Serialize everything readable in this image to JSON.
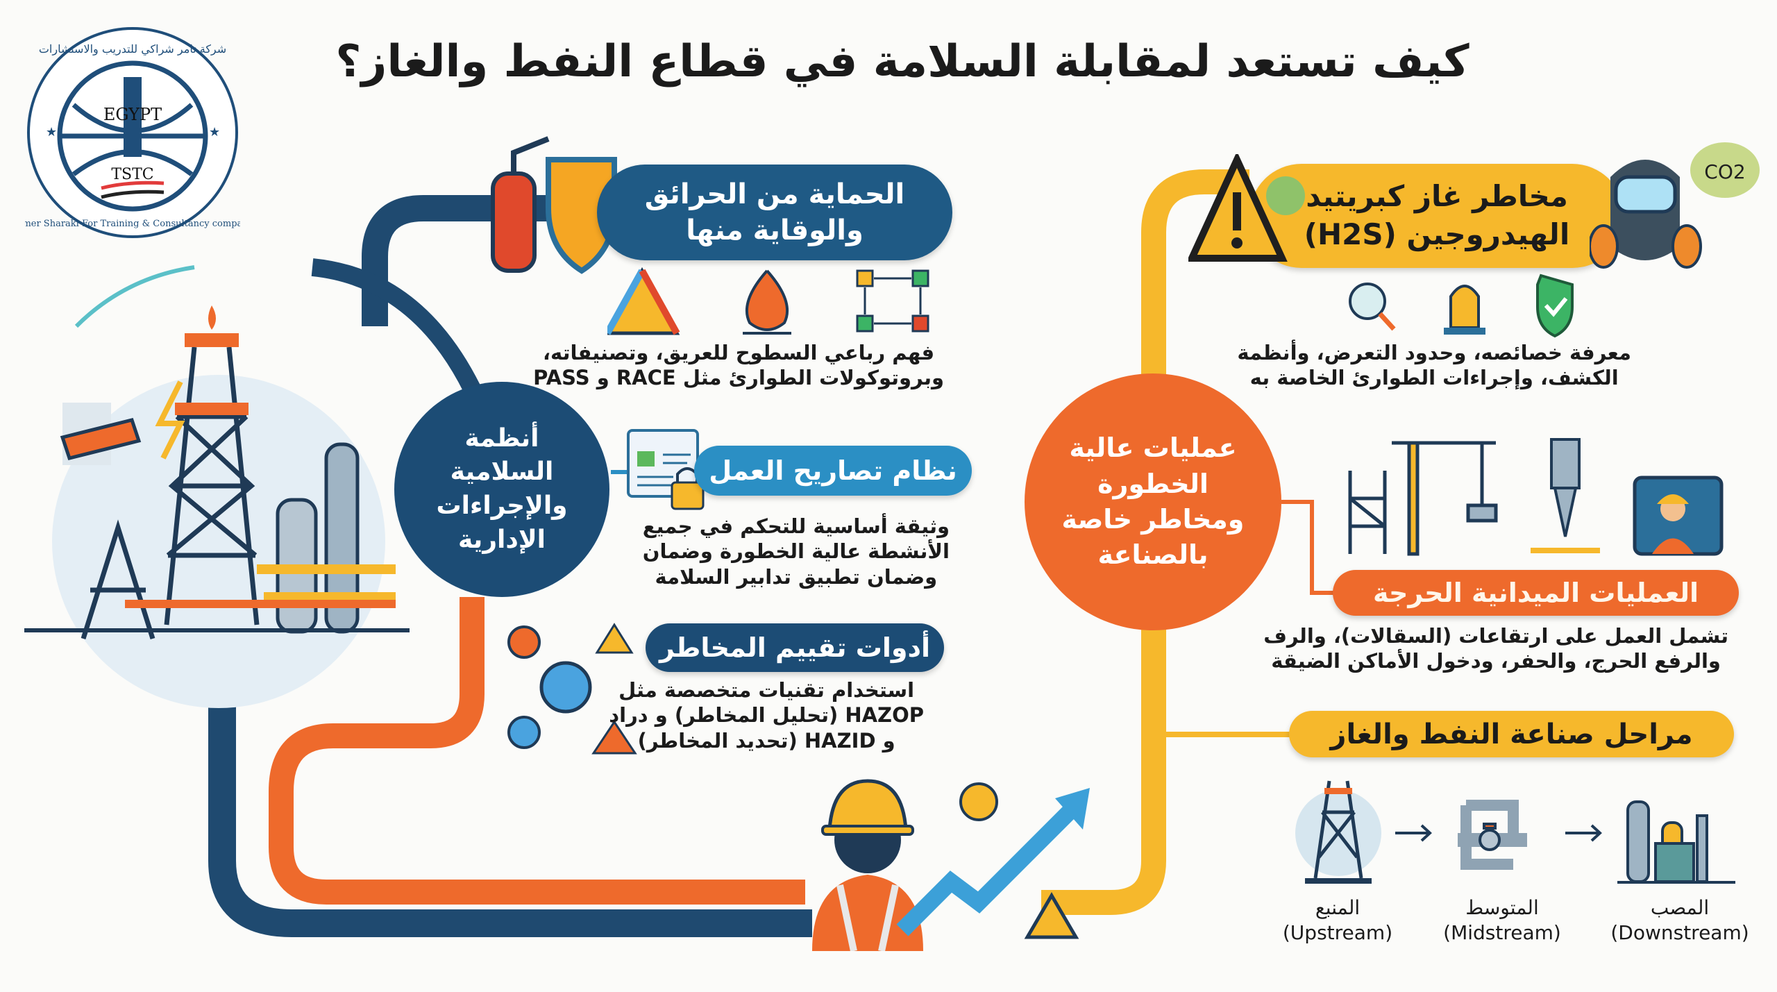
{
  "title": "كيف تستعد لمقابلة السلامة في قطاع النفط والغاز؟",
  "logo": {
    "arabic": "شركة تامر شراكي للتدريب والاستشارات",
    "english": "Tamer Sharaki For Training & Consultancy company",
    "country": "EGYPT",
    "abbr": "TSTC"
  },
  "left_hub": {
    "label": "أنظمة السلامية والإجراءات الإدارية"
  },
  "right_hub": {
    "label": "عمليات عالية الخطورة ومخاطر خاصة بالصناعة"
  },
  "fire": {
    "title_1": "الحماية من الحرائق",
    "title_2": "والوقاية منها",
    "desc_1": "فهم رباعي السطوح للعريق، وتصنيفاته،",
    "desc_2": "وبروتوكولات الطوارئ مثل RACE و PASS"
  },
  "permit": {
    "title": "نظام تصاريح العمل",
    "desc_1": "وثيقة أساسية للتحكم في جميع",
    "desc_2": "الأنشطة عالية الخطورة وضمان",
    "desc_3": "وضمان تطبيق تدابير السلامة"
  },
  "risk": {
    "title": "أدوات تقييم المخاطر",
    "desc_1": "استخدام تقنيات متخصصة مثل",
    "desc_2": "HAZOP (تحليل المخاطر) و دراد",
    "desc_3": "و HAZID (تحديد المخاطر)"
  },
  "h2s": {
    "title_1": "مخاطر غاز كبريتيد",
    "title_2": "الهيدروجين (H2S)",
    "co2": "CO2",
    "desc_1": "معرفة خصائصه، وحدود التعرض، وأنظمة",
    "desc_2": "الكشف، وإجراءات الطوارئ الخاصة به"
  },
  "operations": {
    "title": "العمليات الميدانية الحرجة",
    "desc_1": "تشمل العمل على ارتقاعات (السقالات)، والرف",
    "desc_2": "والرفع الحرج، والحفر، ودخول الأماكن الضيقة"
  },
  "stages": {
    "title": "مراحل صناعة النفط والغاز",
    "items": [
      {
        "ar": "المنبع",
        "en": "(Upstream)"
      },
      {
        "ar": "المتوسط",
        "en": "(Midstream)"
      },
      {
        "ar": "المصب",
        "en": "(Downstream)"
      }
    ]
  },
  "colors": {
    "navy": "#1f5a85",
    "orange": "#ee6a2c",
    "yellow": "#f6b82c",
    "sky": "#2b8fc4"
  }
}
